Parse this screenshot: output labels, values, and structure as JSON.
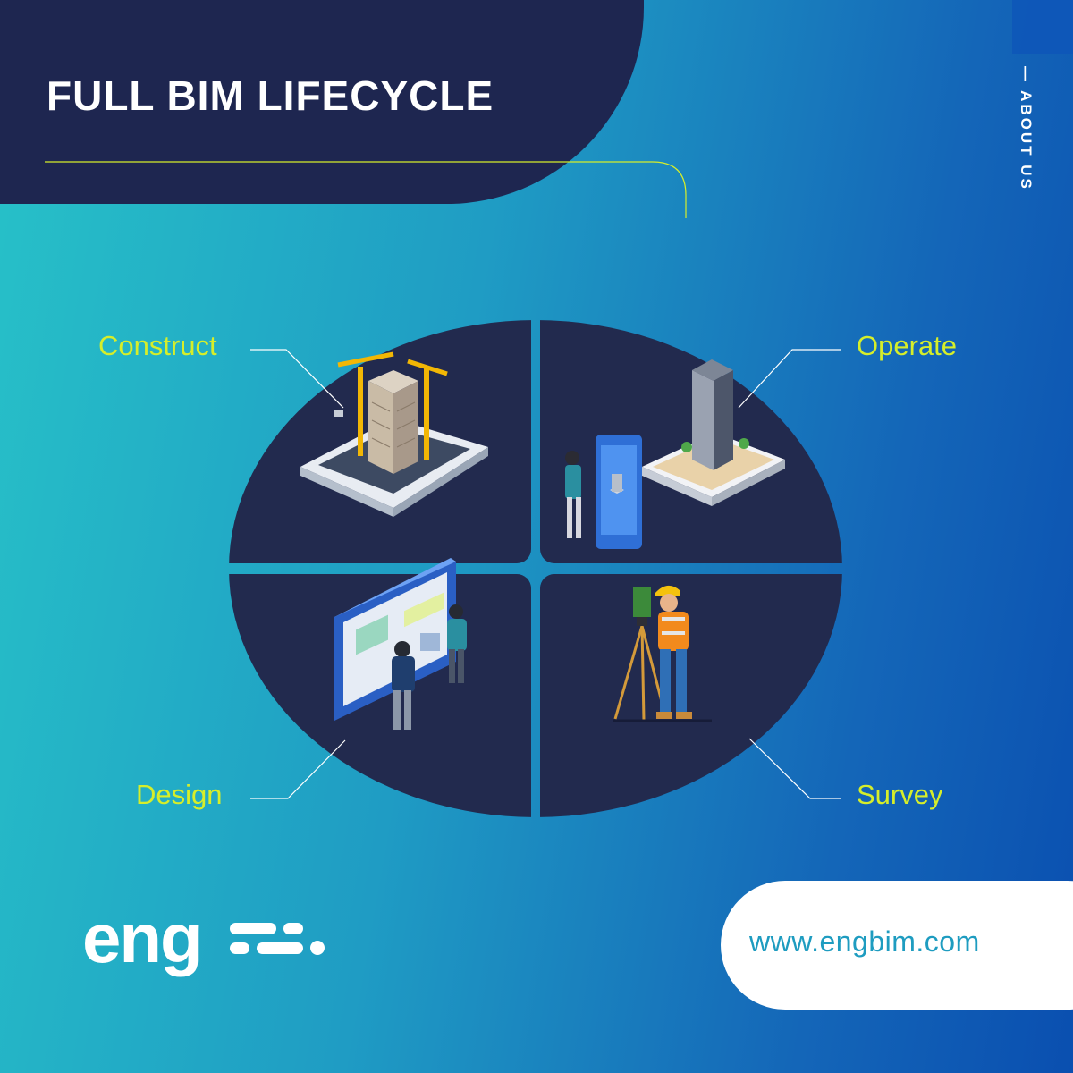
{
  "header": {
    "title": "FULL BIM LIFECYCLE"
  },
  "side_tab": {
    "label": "— ABOUT US"
  },
  "stages": {
    "construct": "Construct",
    "operate": "Operate",
    "design": "Design",
    "survey": "Survey"
  },
  "brand": {
    "logo_text": "eng"
  },
  "footer": {
    "url": "www.engbim.com"
  },
  "colors": {
    "navy": "#1e2650",
    "accent_yellow": "#d6ee2a",
    "gradient_start": "#27c2c8",
    "gradient_end": "#0a4fb0",
    "url_text": "#1e9cc0"
  },
  "icons": [
    "construction-site-illustration",
    "building-operation-illustration",
    "design-board-illustration",
    "surveyor-illustration",
    "eng-logo-mark-icon"
  ]
}
